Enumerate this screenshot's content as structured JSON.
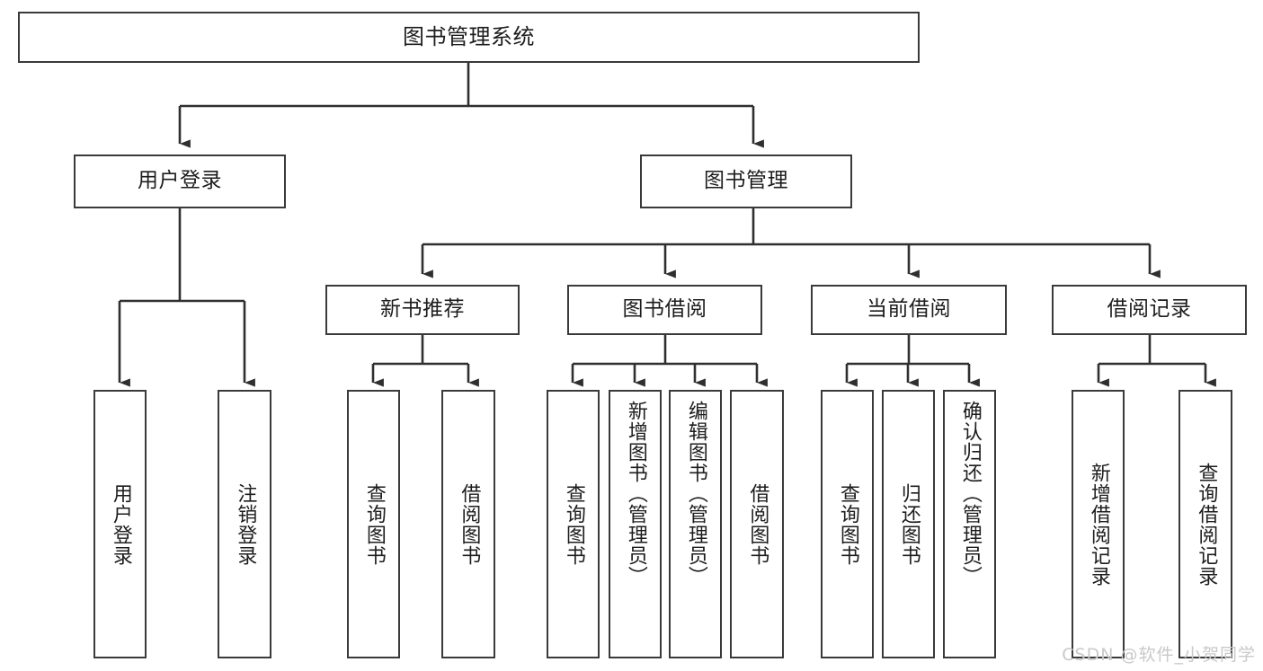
{
  "diagram": {
    "type": "tree",
    "title": "图书管理系统",
    "watermark": "CSDN @软件_小贺同学",
    "colors": {
      "background": "#ffffff",
      "box_border": "#3a3a3a",
      "box_fill": "#ffffff",
      "connector": "#2f2f2f",
      "text": "#1d1d1d",
      "watermark": "#c9c9c9"
    },
    "nodes": {
      "root": {
        "label": "图书管理系统"
      },
      "level1": [
        {
          "id": "user-login",
          "label": "用户登录"
        },
        {
          "id": "book-manage",
          "label": "图书管理"
        }
      ],
      "level2": [
        {
          "id": "new-book-recommend",
          "label": "新书推荐"
        },
        {
          "id": "book-borrow",
          "label": "图书借阅"
        },
        {
          "id": "current-borrow",
          "label": "当前借阅"
        },
        {
          "id": "borrow-record",
          "label": "借阅记录"
        }
      ],
      "leaves": {
        "user_login": [
          {
            "id": "leaf-user-login",
            "label": "用户登录"
          },
          {
            "id": "leaf-logout-login",
            "label": "注销登录"
          }
        ],
        "new_book_recommend": [
          {
            "id": "leaf-query-book-1",
            "label": "查询图书"
          },
          {
            "id": "leaf-borrow-book-1",
            "label": "借阅图书"
          }
        ],
        "book_borrow": [
          {
            "id": "leaf-query-book-2",
            "label": "查询图书"
          },
          {
            "id": "leaf-add-book",
            "label": "新增图书（管理员）"
          },
          {
            "id": "leaf-edit-book",
            "label": "编辑图书（管理员）"
          },
          {
            "id": "leaf-borrow-book-2",
            "label": "借阅图书"
          }
        ],
        "current_borrow": [
          {
            "id": "leaf-query-book-3",
            "label": "查询图书"
          },
          {
            "id": "leaf-return-book",
            "label": "归还图书"
          },
          {
            "id": "leaf-confirm-return",
            "label": "确认归还（管理员）"
          }
        ],
        "borrow_record": [
          {
            "id": "leaf-add-record",
            "label": "新增借阅记录"
          },
          {
            "id": "leaf-query-record",
            "label": "查询借阅记录"
          }
        ]
      }
    }
  }
}
